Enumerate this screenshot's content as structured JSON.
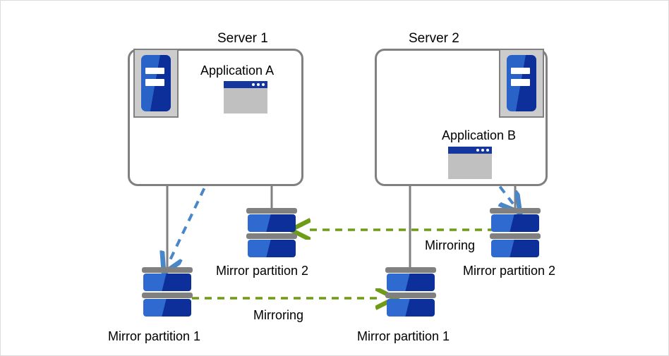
{
  "diagram": {
    "title_hidden": "Mirror partition configuration between two servers",
    "servers": [
      {
        "id": "server-1",
        "label": "Server 1",
        "app_label": "Application  A",
        "server_icon_name": "server-machine-icon",
        "app_icon_name": "application-window-icon"
      },
      {
        "id": "server-2",
        "label": "Server 2",
        "app_label": "Application  B",
        "server_icon_name": "server-machine-icon",
        "app_icon_name": "application-window-icon"
      }
    ],
    "disks": [
      {
        "id": "s1-mirror-partition-1",
        "label": "Mirror partition 1",
        "server": "Server 1"
      },
      {
        "id": "s1-mirror-partition-2",
        "label": "Mirror partition 2",
        "server": "Server 1"
      },
      {
        "id": "s2-mirror-partition-1",
        "label": "Mirror partition 1",
        "server": "Server 2"
      },
      {
        "id": "s2-mirror-partition-2",
        "label": "Mirror partition 2",
        "server": "Server 2"
      }
    ],
    "mirroring_links": [
      {
        "id": "mirroring-bottom",
        "label": "Mirroring",
        "direction": "left-to-right",
        "from": "Server 1 Mirror partition 1",
        "to": "Server 2 Mirror partition 1"
      },
      {
        "id": "mirroring-top",
        "label": "Mirroring",
        "direction": "right-to-left",
        "from": "Server 2 Mirror partition 2",
        "to": "Server 1 Mirror partition 2"
      }
    ],
    "access_links": [
      {
        "id": "app-a-access",
        "from": "Application  A",
        "to": "Server 1 Mirror partition 1"
      },
      {
        "id": "app-b-access",
        "from": "Application  B",
        "to": "Server 2 Mirror partition 2"
      }
    ],
    "colors": {
      "server_outline": "#808080",
      "disk_plate": "#808080",
      "disk_blue_light": "#2f6ad0",
      "disk_blue_dark": "#0d2f99",
      "app_titlebar": "#15369e",
      "app_body": "#c0c0c0",
      "server_icon_bg": "#cccccc",
      "mirroring_arrow": "#6f9c16",
      "access_arrow": "#4a87c8",
      "text": "#000000",
      "canvas_border": "#dcdcdc",
      "background": "#ffffff"
    }
  }
}
